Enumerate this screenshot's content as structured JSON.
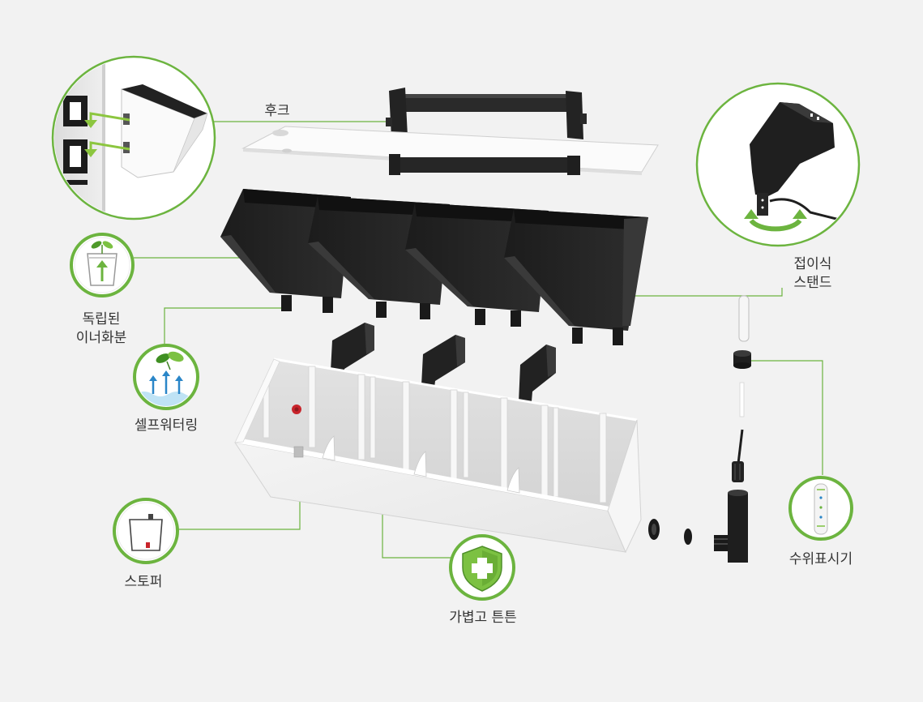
{
  "callouts": {
    "hook": {
      "label": "후크",
      "icon": "hook-detail-icon"
    },
    "inner_pot": {
      "label_lines": [
        "독립된",
        "이너화분"
      ],
      "icon": "inner-pot-icon"
    },
    "self_watering": {
      "label": "셀프워터링",
      "icon": "self-watering-icon"
    },
    "stopper": {
      "label": "스토퍼",
      "icon": "stopper-icon"
    },
    "durable": {
      "label": "가볍고 튼튼",
      "icon": "shield-icon"
    },
    "stand": {
      "label_lines": [
        "접이식",
        "스탠드"
      ],
      "icon": "stand-detail-icon"
    },
    "water_level": {
      "label": "수위표시기",
      "icon": "water-level-indicator-icon"
    }
  },
  "colors": {
    "accent": "#6cb43f",
    "background": "#f2f2f2",
    "text": "#333333",
    "part_black": "#222222",
    "stopper_red": "#c8242b",
    "water_blue": "#2a86c8"
  }
}
